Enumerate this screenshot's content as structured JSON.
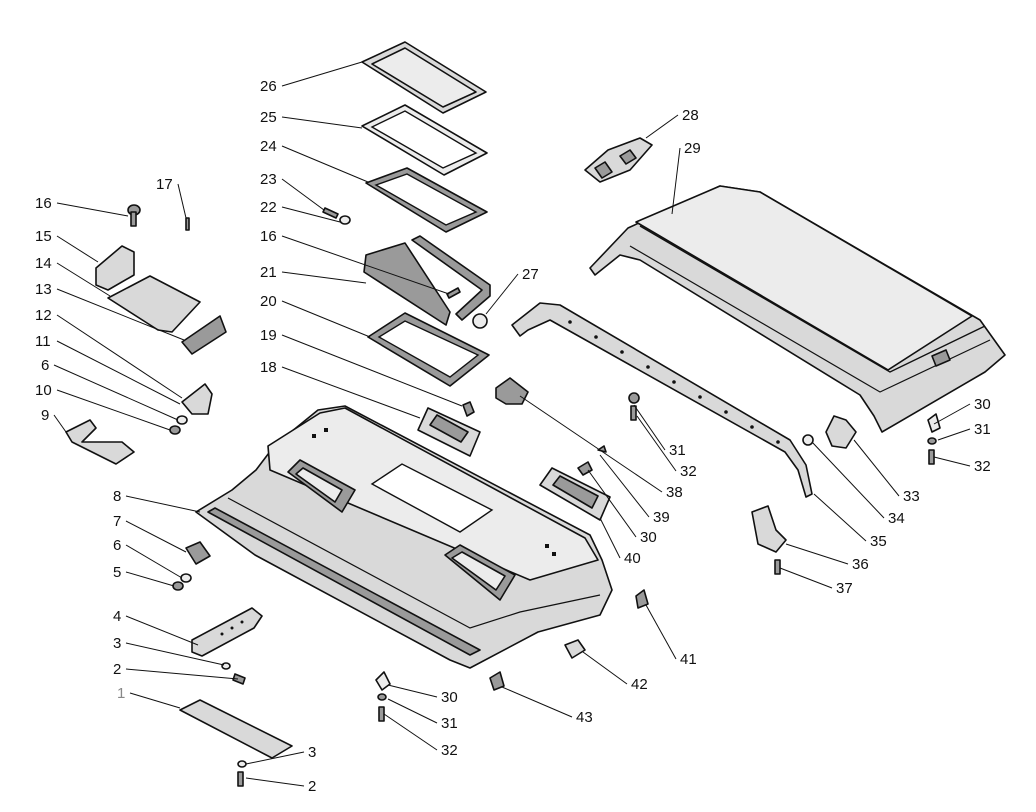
{
  "callouts": [
    {
      "id": "c1",
      "text": "1",
      "faint": true
    },
    {
      "id": "c2a",
      "text": "2"
    },
    {
      "id": "c2b",
      "text": "2"
    },
    {
      "id": "c3a",
      "text": "3"
    },
    {
      "id": "c3b",
      "text": "3"
    },
    {
      "id": "c4",
      "text": "4"
    },
    {
      "id": "c5",
      "text": "5"
    },
    {
      "id": "c6a",
      "text": "6"
    },
    {
      "id": "c6b",
      "text": "6"
    },
    {
      "id": "c7",
      "text": "7"
    },
    {
      "id": "c8",
      "text": "8"
    },
    {
      "id": "c9",
      "text": "9"
    },
    {
      "id": "c10",
      "text": "10"
    },
    {
      "id": "c11",
      "text": "11"
    },
    {
      "id": "c12",
      "text": "12"
    },
    {
      "id": "c13",
      "text": "13"
    },
    {
      "id": "c14",
      "text": "14"
    },
    {
      "id": "c15",
      "text": "15"
    },
    {
      "id": "c16a",
      "text": "16"
    },
    {
      "id": "c16b",
      "text": "16"
    },
    {
      "id": "c17",
      "text": "17"
    },
    {
      "id": "c18",
      "text": "18"
    },
    {
      "id": "c19",
      "text": "19"
    },
    {
      "id": "c20",
      "text": "20"
    },
    {
      "id": "c21",
      "text": "21"
    },
    {
      "id": "c22",
      "text": "22"
    },
    {
      "id": "c23",
      "text": "23"
    },
    {
      "id": "c24",
      "text": "24"
    },
    {
      "id": "c25",
      "text": "25"
    },
    {
      "id": "c26",
      "text": "26"
    },
    {
      "id": "c27",
      "text": "27"
    },
    {
      "id": "c28",
      "text": "28"
    },
    {
      "id": "c29",
      "text": "29"
    },
    {
      "id": "c30a",
      "text": "30"
    },
    {
      "id": "c30b",
      "text": "30"
    },
    {
      "id": "c30c",
      "text": "30"
    },
    {
      "id": "c31a",
      "text": "31"
    },
    {
      "id": "c31b",
      "text": "31"
    },
    {
      "id": "c31c",
      "text": "31"
    },
    {
      "id": "c32a",
      "text": "32"
    },
    {
      "id": "c32b",
      "text": "32"
    },
    {
      "id": "c32c",
      "text": "32"
    },
    {
      "id": "c33",
      "text": "33"
    },
    {
      "id": "c34",
      "text": "34"
    },
    {
      "id": "c35",
      "text": "35"
    },
    {
      "id": "c36",
      "text": "36"
    },
    {
      "id": "c37",
      "text": "37"
    },
    {
      "id": "c38",
      "text": "38"
    },
    {
      "id": "c39",
      "text": "39"
    },
    {
      "id": "c40",
      "text": "40"
    },
    {
      "id": "c41",
      "text": "41"
    },
    {
      "id": "c42",
      "text": "42"
    },
    {
      "id": "c43",
      "text": "43"
    }
  ]
}
